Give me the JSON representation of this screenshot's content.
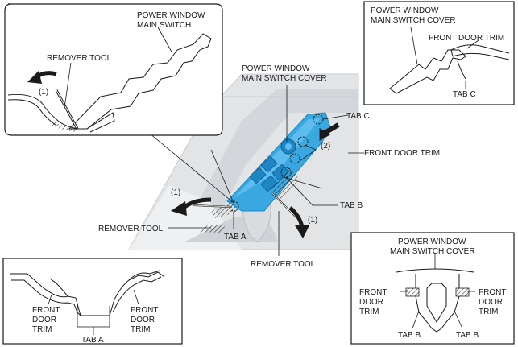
{
  "labels": {
    "pw_main_switch_l1": "POWER WINDOW",
    "pw_main_switch_l2": "MAIN SWITCH",
    "remover_tool": "REMOVER TOOL",
    "step_1": "(1)",
    "step_2": "(2)",
    "pw_cover_l1": "POWER WINDOW",
    "pw_cover_l2": "MAIN SWITCH COVER",
    "front_door_trim": "FRONT DOOR TRIM",
    "tab_a": "TAB A",
    "tab_b": "TAB B",
    "tab_c": "TAB C",
    "front": "FRONT",
    "door": "DOOR",
    "trim": "TRIM"
  },
  "colors": {
    "cover_blue": "#3aa8e0",
    "cover_blue_dark": "#1f86c4",
    "door_gray": "#e2e4e6",
    "door_gray_dark": "#c9ccd0"
  }
}
